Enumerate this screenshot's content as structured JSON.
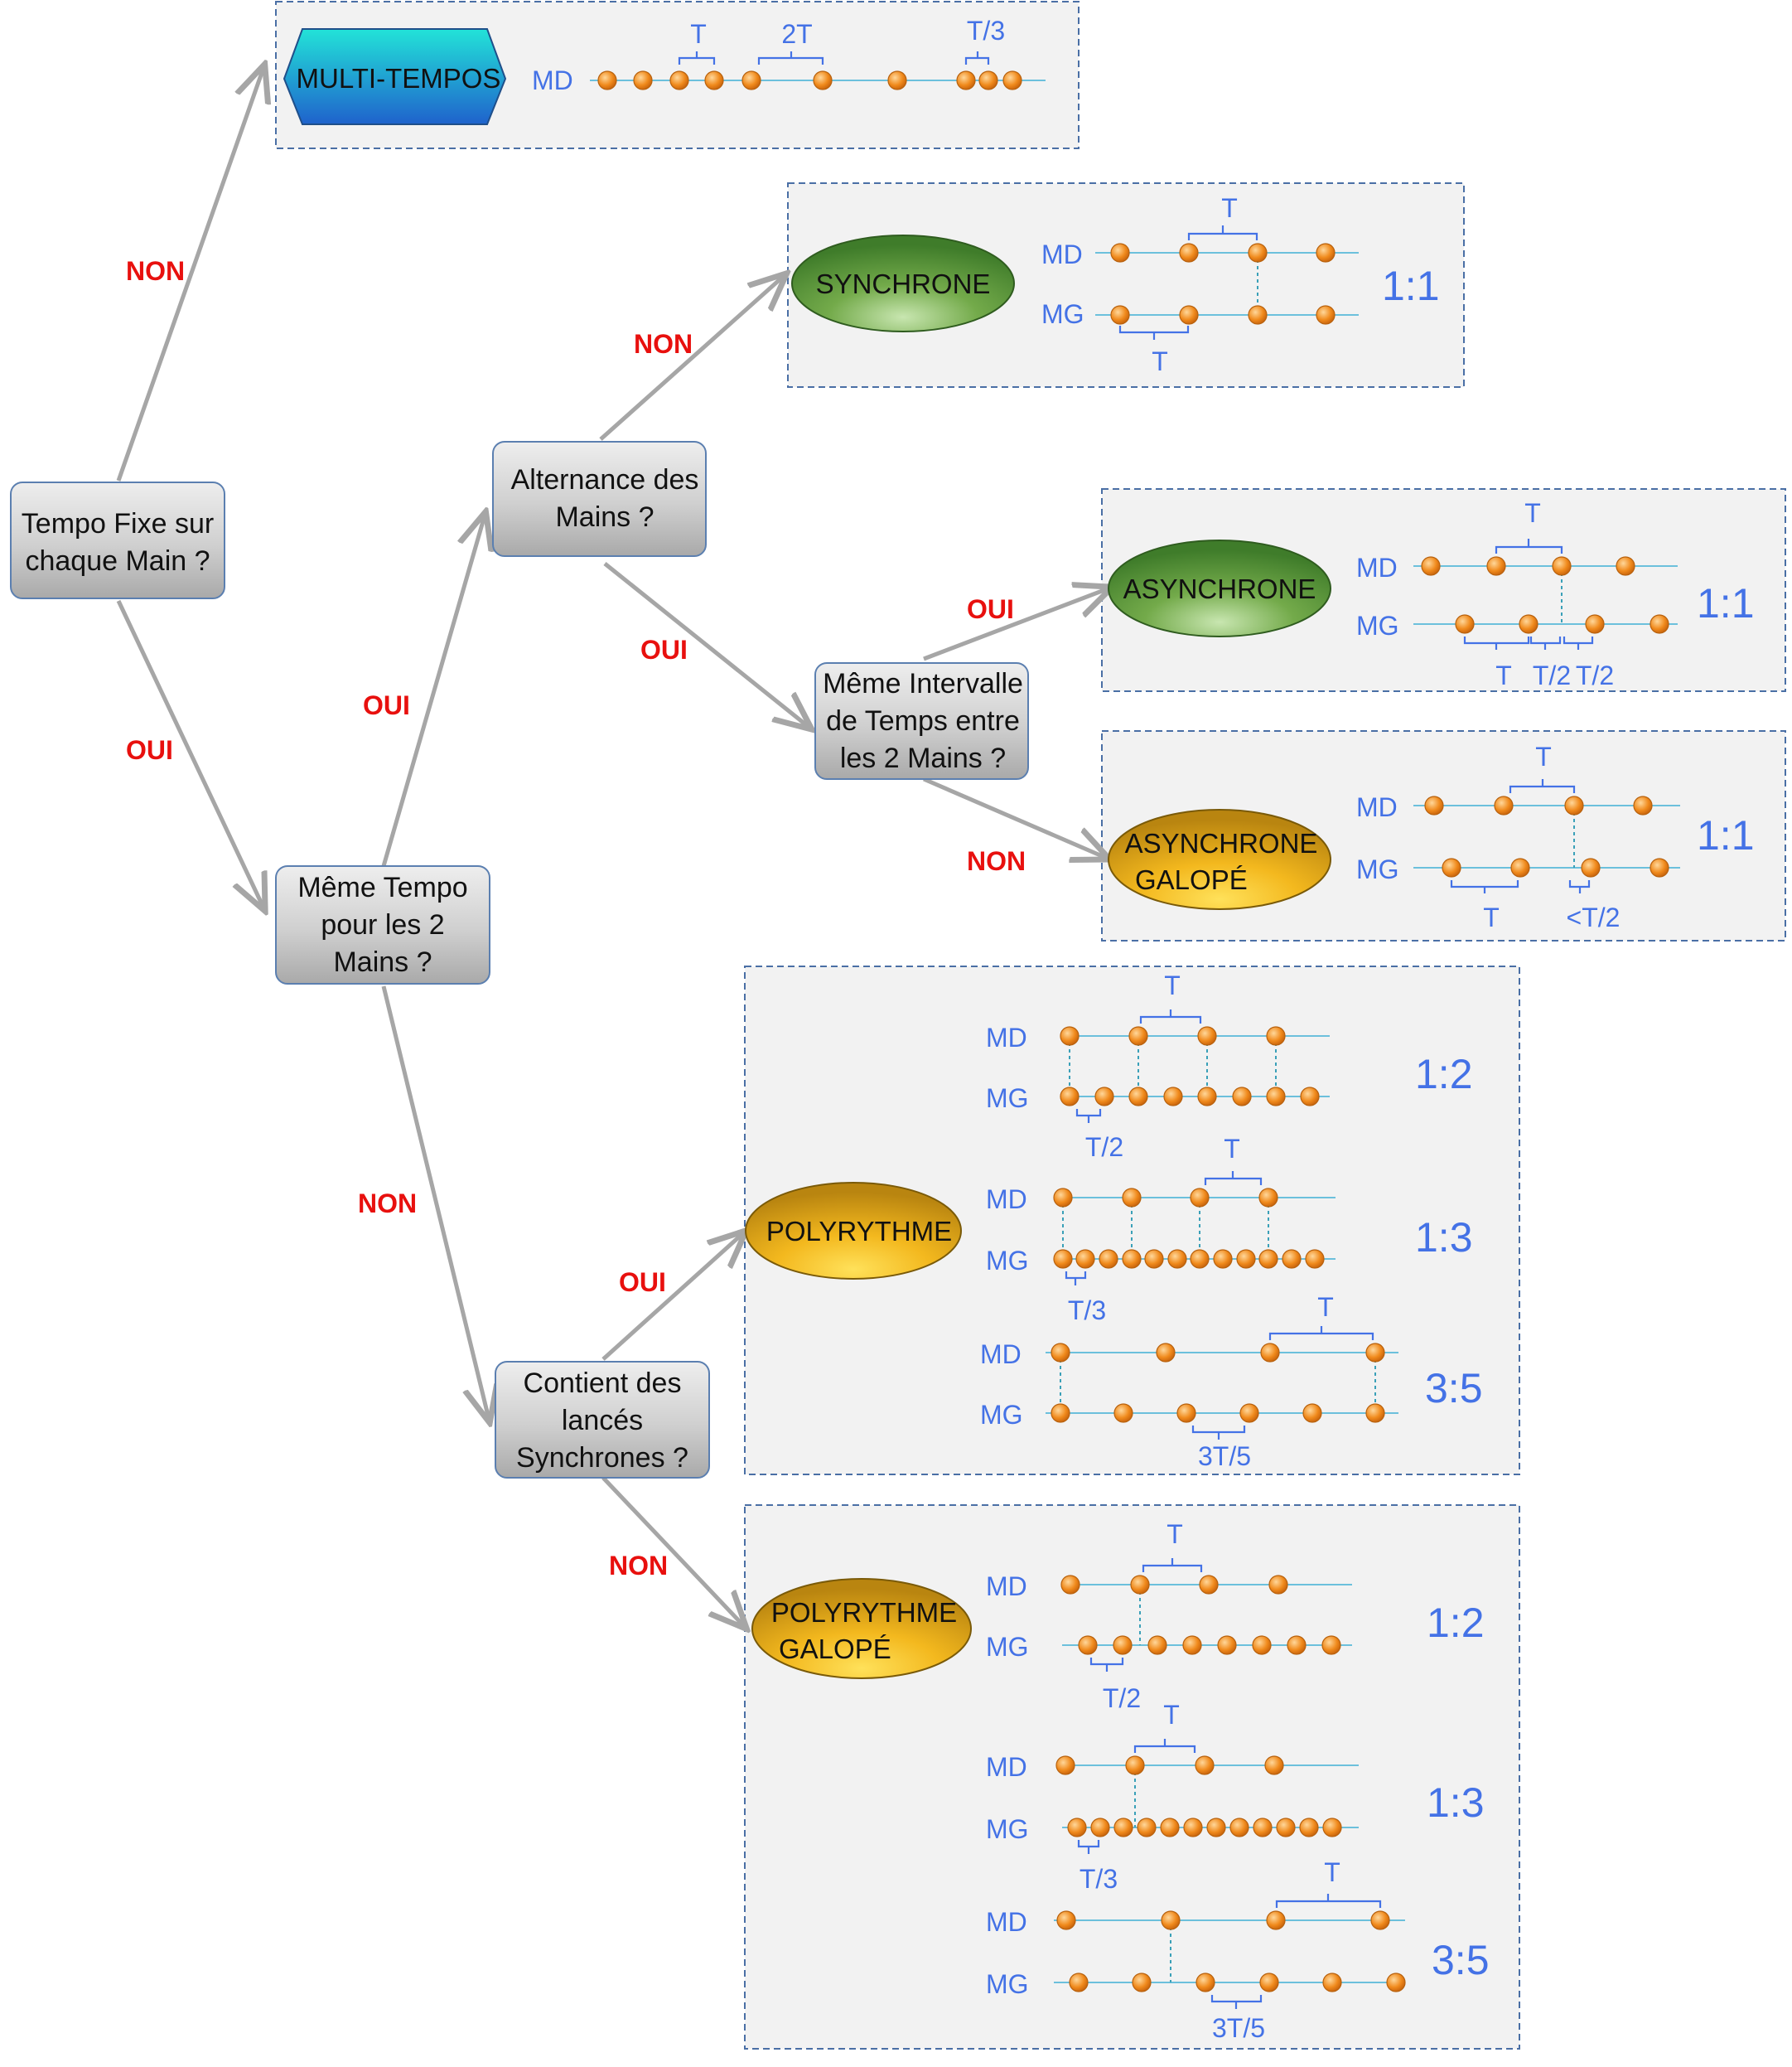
{
  "questions": {
    "q1": [
      "Tempo Fixe sur",
      "chaque Main ?"
    ],
    "q2": [
      "Même Tempo",
      "pour les 2",
      "Mains ?"
    ],
    "q3": [
      "Alternance des",
      "Mains ?"
    ],
    "q4": [
      "Même Intervalle",
      "de Temps entre",
      "les 2 Mains ?"
    ],
    "q5": [
      "Contient des",
      "lancés",
      "Synchrones ?"
    ]
  },
  "edges": {
    "q1_non": "NON",
    "q1_oui": "OUI",
    "q2_oui": "OUI",
    "q2_non": "NON",
    "q3_non": "NON",
    "q3_oui": "OUI",
    "q4_oui": "OUI",
    "q4_non": "NON",
    "q5_oui": "OUI",
    "q5_non": "NON"
  },
  "categories": {
    "multi": [
      "MULTI-TEMPOS"
    ],
    "sync": [
      "SYNCHRONE"
    ],
    "async": [
      "ASYNCHRONE"
    ],
    "async_gal": [
      "ASYNCHRONE",
      "GALOPÉ"
    ],
    "poly": [
      "POLYRYTHME"
    ],
    "poly_gal": [
      "POLYRYTHME",
      "GALOPÉ"
    ]
  },
  "hands": {
    "right": "MD",
    "left": "MG"
  },
  "patterns": {
    "multi": {
      "intervals": [
        "T",
        "2T",
        "T/3"
      ]
    },
    "sync": {
      "ratio": "1:1",
      "intervals": [
        "T",
        "T"
      ]
    },
    "async": {
      "ratio": "1:1",
      "intervals": [
        "T",
        "T",
        "T/2",
        "T/2"
      ]
    },
    "async_gal": {
      "ratio": "1:1",
      "intervals": [
        "T",
        "T",
        "<T/2"
      ]
    },
    "poly_12": {
      "ratio": "1:2",
      "intervals": [
        "T",
        "T/2"
      ]
    },
    "poly_13": {
      "ratio": "1:3",
      "intervals": [
        "T",
        "T/3"
      ]
    },
    "poly_35": {
      "ratio": "3:5",
      "intervals": [
        "T",
        "3T/5"
      ]
    },
    "polyg_12": {
      "ratio": "1:2",
      "intervals": [
        "T",
        "T/2"
      ]
    },
    "polyg_13": {
      "ratio": "1:3",
      "intervals": [
        "T",
        "T/3"
      ]
    },
    "polyg_35": {
      "ratio": "3:5",
      "intervals": [
        "T",
        "3T/5"
      ]
    }
  },
  "colors": {
    "arrow": "#a6a6a6",
    "edge_label": "#e8100e",
    "hand_label": "#4472e6",
    "ball": "#f08a1c",
    "track": "#6cc0dc",
    "box_border": "#4a6fa5"
  }
}
